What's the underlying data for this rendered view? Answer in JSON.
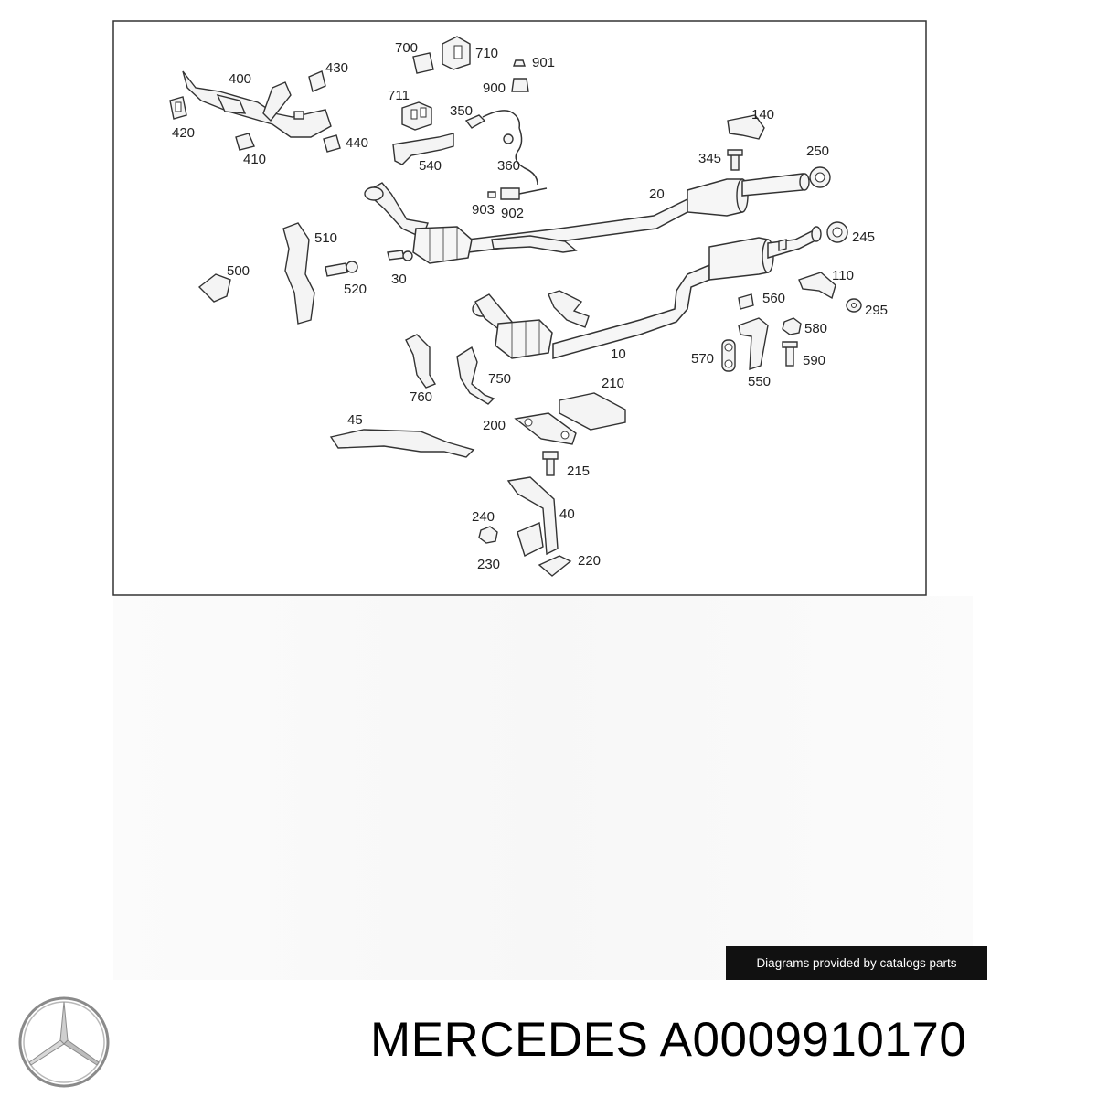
{
  "diagram": {
    "part_numbers": {
      "p10": "10",
      "p20": "20",
      "p30": "30",
      "p40": "40",
      "p45": "45",
      "p110": "110",
      "p140": "140",
      "p200": "200",
      "p210": "210",
      "p215": "215",
      "p220": "220",
      "p230": "230",
      "p240": "240",
      "p245": "245",
      "p250": "250",
      "p295": "295",
      "p345": "345",
      "p350": "350",
      "p360": "360",
      "p400": "400",
      "p410": "410",
      "p420": "420",
      "p430": "430",
      "p440": "440",
      "p500": "500",
      "p510": "510",
      "p520": "520",
      "p540": "540",
      "p550": "550",
      "p560": "560",
      "p570": "570",
      "p580": "580",
      "p590": "590",
      "p700": "700",
      "p710": "710",
      "p711": "711",
      "p750": "750",
      "p760": "760",
      "p900": "900",
      "p901": "901",
      "p902": "902",
      "p903": "903"
    }
  },
  "credit": {
    "text": "Diagrams provided by catalogs parts"
  },
  "footer": {
    "title": "MERCEDES A0009910170",
    "logo_icon": "mercedes-star-icon"
  },
  "colors": {
    "line": "#333333",
    "frame": "#333333",
    "credit_bg": "#111111",
    "logo": "#8a8a8a"
  }
}
